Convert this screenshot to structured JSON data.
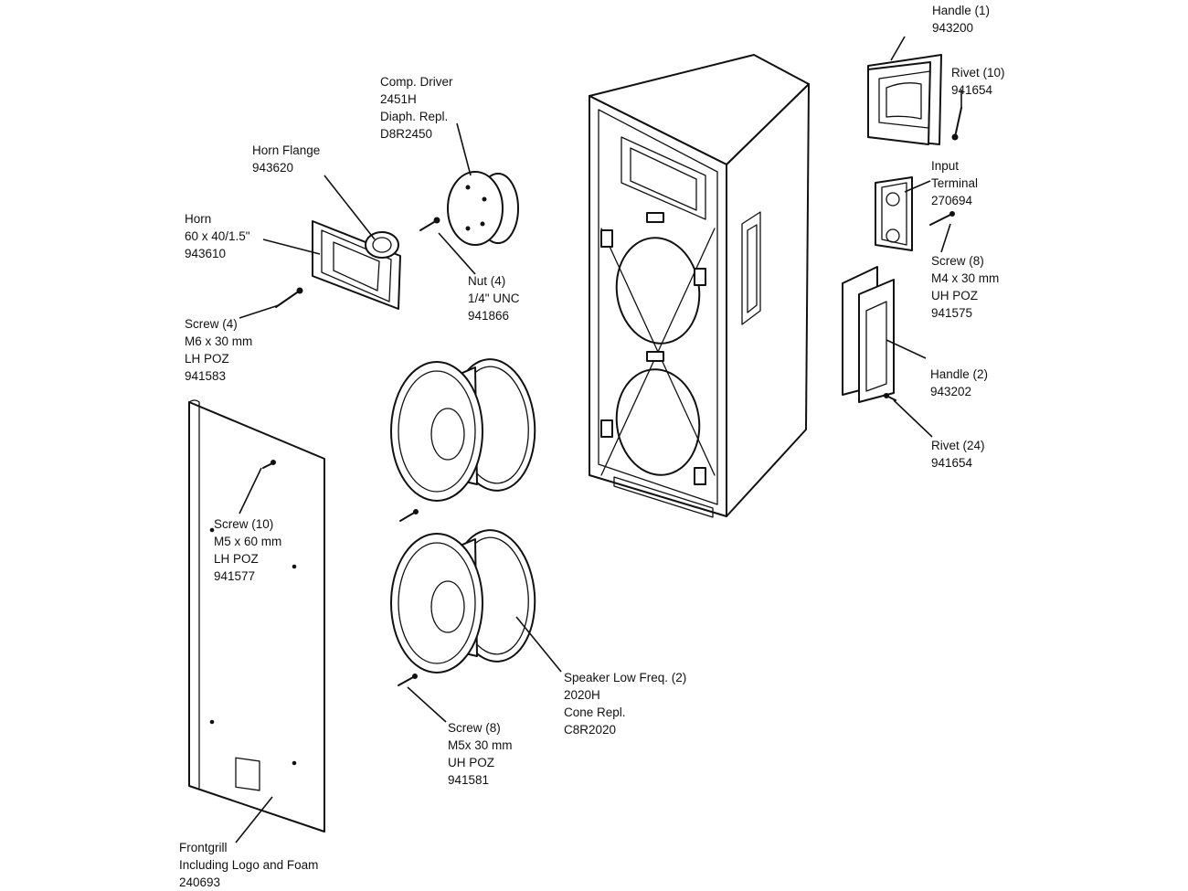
{
  "labels": {
    "handle1": [
      "Handle (1)",
      "943200"
    ],
    "rivet10": [
      "Rivet (10)",
      "941654"
    ],
    "input_terminal": [
      "Input",
      "Terminal",
      "270694"
    ],
    "screw8_m4": [
      "Screw (8)",
      "M4 x 30 mm",
      "UH POZ",
      "941575"
    ],
    "handle2": [
      "Handle (2)",
      "943202"
    ],
    "rivet24": [
      "Rivet (24)",
      "941654"
    ],
    "comp_driver": [
      "Comp. Driver",
      "2451H",
      "Diaph. Repl.",
      "D8R2450"
    ],
    "horn_flange": [
      "Horn Flange",
      "943620"
    ],
    "horn": [
      "Horn",
      "60 x 40/1.5\"",
      "943610"
    ],
    "nut4": [
      "Nut (4)",
      "1/4\" UNC",
      "941866"
    ],
    "screw4": [
      "Screw (4)",
      "M6 x 30 mm",
      "LH POZ",
      "941583"
    ],
    "screw10": [
      "Screw (10)",
      "M5 x 60 mm",
      "LH POZ",
      "941577"
    ],
    "speaker_lf": [
      "Speaker Low Freq. (2)",
      "2020H",
      "Cone Repl.",
      "C8R2020"
    ],
    "screw8_m5": [
      "Screw (8)",
      "M5x 30 mm",
      "UH POZ",
      "941581"
    ],
    "frontgrill": [
      "Frontgrill",
      "Including Logo and Foam",
      "240693"
    ]
  }
}
